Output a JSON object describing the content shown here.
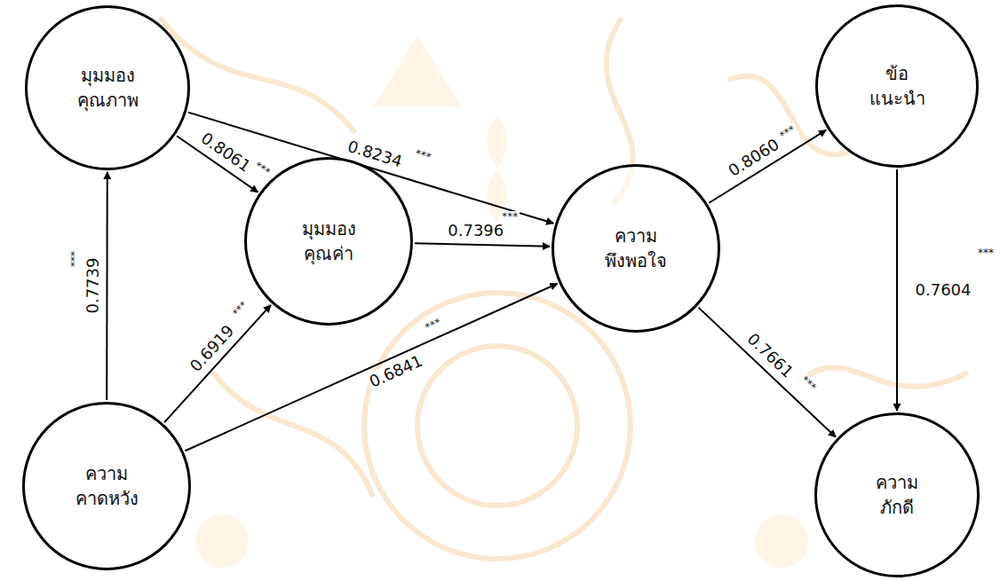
{
  "diagram": {
    "nodes": [
      {
        "text": [
          "มุมมอง คุณภาพ"
        ]
      },
      {
        "text": [
          "ข้อ แนะนำ"
        ]
      },
      {
        "text": [
          "มุมมอง คุณค่า"
        ]
      },
      {
        "text": [
          "ความ พึงพอใจ"
        ]
      },
      {
        "text": [
          "ความ คาดหวัง"
        ]
      },
      {
        "text": [
          "ความ ภักดี"
        ]
      }
    ],
    "edges": [
      {
        "from": 0,
        "to": 2,
        "arrow": "to",
        "label": "0.8061"
      },
      {
        "from": 0,
        "to": 3,
        "arrow": "to",
        "label": "0.8234"
      },
      {
        "from": 4,
        "to": 0,
        "arrow": "to",
        "label": "0.7739"
      },
      {
        "from": 4,
        "to": 2,
        "arrow": "to",
        "label": "0.6919"
      },
      {
        "from": 2,
        "to": 3,
        "arrow": "to",
        "label": "0.7396"
      },
      {
        "from": 4,
        "to": 3,
        "arrow": "to",
        "label": "0.6841"
      },
      {
        "from": 3,
        "to": 1,
        "arrow": "to",
        "label": "0.8060"
      },
      {
        "from": 1,
        "to": 5,
        "arrow": "to",
        "label": "0.7604"
      },
      {
        "from": 3,
        "to": 5,
        "arrow": "to",
        "label": "0.7661"
      }
    ],
    "labels": [
      "***",
      "***",
      "***",
      "***",
      "***",
      "***",
      "***",
      "***",
      "***"
    ]
  }
}
